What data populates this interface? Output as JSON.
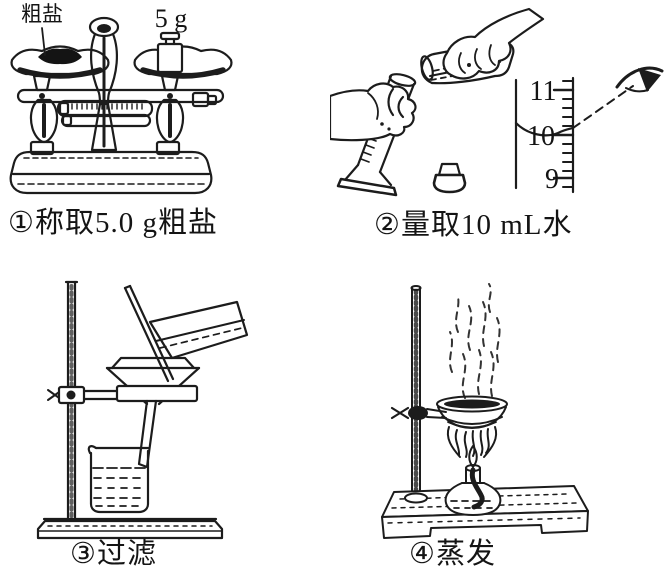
{
  "figure": {
    "background": "#ffffff",
    "ink": "#1c1c1c"
  },
  "panels": {
    "step1": {
      "caption": "①称取5.0 g粗盐",
      "labels": {
        "salt": "粗盐",
        "weight": "5 g"
      },
      "apparatus_icons": [
        "pan-balance",
        "salt-pile",
        "weight-5g",
        "rider-scale"
      ]
    },
    "step2": {
      "caption": "②量取10 mL水",
      "cylinder_scale": {
        "tick_top": "11",
        "tick_middle": "10",
        "tick_bottom": "9"
      },
      "apparatus_icons": [
        "graduated-cylinder",
        "reagent-bottle",
        "bottle-stopper",
        "meniscus",
        "eye",
        "sight-line"
      ]
    },
    "step3": {
      "caption": "③过滤",
      "apparatus_icons": [
        "iron-stand",
        "filter-funnel",
        "filter-paper",
        "glass-rod",
        "pouring-beaker",
        "receiving-beaker"
      ]
    },
    "step4": {
      "caption": "④蒸发",
      "apparatus_icons": [
        "iron-stand",
        "evaporating-dish",
        "flame",
        "alcohol-lamp",
        "steam"
      ]
    }
  }
}
